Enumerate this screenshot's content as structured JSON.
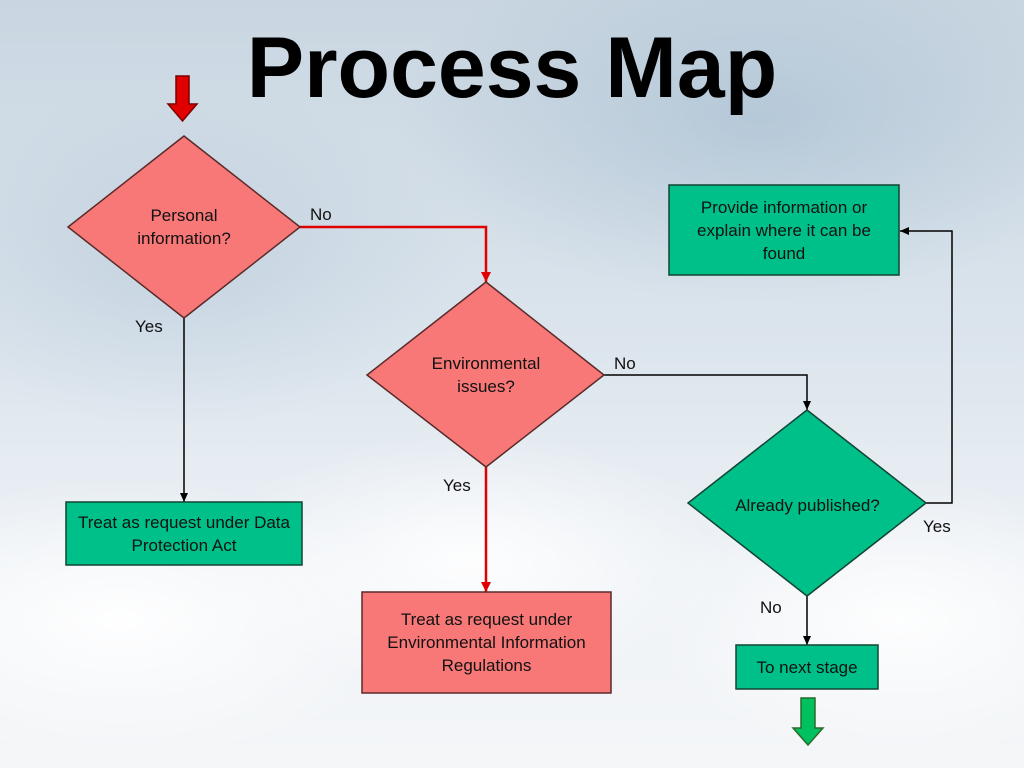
{
  "title": "Process Map",
  "colors": {
    "decision_pink": "#f87878",
    "box_green": "#00c08a",
    "red_arrow": "#e00000",
    "green_arrow": "#00c060",
    "line_black": "#000000"
  },
  "nodes": {
    "personal_info": "Personal information?",
    "environmental": "Environmental issues?",
    "already_published": "Already published?",
    "provide_info": "Provide information or explain where it can be found",
    "data_protection": "Treat as request under Data Protection Act",
    "env_regulations": "Treat as request under Environmental Information Regulations",
    "next_stage": "To next stage"
  },
  "edge_labels": {
    "personal_no": "No",
    "personal_yes": "Yes",
    "environmental_no": "No",
    "environmental_yes": "Yes",
    "published_yes": "Yes",
    "published_no": "No"
  },
  "icons": {
    "start": "red-down-arrow",
    "end": "green-down-arrow"
  }
}
